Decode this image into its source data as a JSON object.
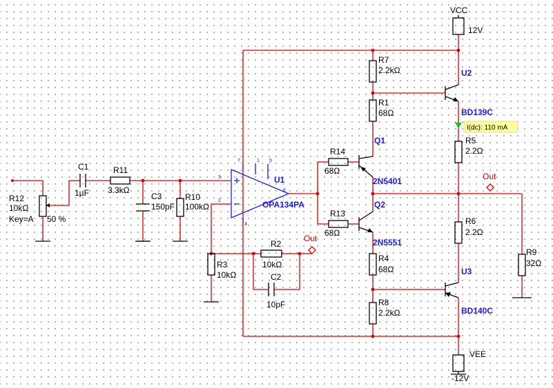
{
  "power": {
    "vcc": {
      "name": "VCC",
      "value": "12V"
    },
    "vee": {
      "name": "VEE",
      "value": "-12V"
    }
  },
  "opamp": {
    "ref": "U1",
    "model": "OPA134PA",
    "pins": [
      "7",
      "1",
      "5",
      "3",
      "2",
      "6",
      "4"
    ]
  },
  "transistors": [
    {
      "ref": "U2",
      "model": "BD139C"
    },
    {
      "ref": "U3",
      "model": "BD140C"
    },
    {
      "ref": "Q1",
      "model": "2N5401"
    },
    {
      "ref": "Q2",
      "model": "2N5551"
    }
  ],
  "resistors": [
    {
      "ref": "R7",
      "value": "2.2kΩ"
    },
    {
      "ref": "R1",
      "value": "68Ω"
    },
    {
      "ref": "R5",
      "value": "2.2Ω"
    },
    {
      "ref": "R14",
      "value": "68Ω"
    },
    {
      "ref": "R13",
      "value": "68Ω"
    },
    {
      "ref": "R6",
      "value": "2.2Ω"
    },
    {
      "ref": "R4",
      "value": "68Ω"
    },
    {
      "ref": "R8",
      "value": "2.2kΩ"
    },
    {
      "ref": "R9",
      "value": "32Ω"
    },
    {
      "ref": "R11",
      "value": "3.3kΩ"
    },
    {
      "ref": "R10",
      "value": "100kΩ"
    },
    {
      "ref": "R2",
      "value": "10kΩ"
    },
    {
      "ref": "R3",
      "value": "10kΩ"
    }
  ],
  "capacitors": [
    {
      "ref": "C1",
      "value": "1µF"
    },
    {
      "ref": "C3",
      "value": "150pF"
    },
    {
      "ref": "C2",
      "value": "10pF"
    }
  ],
  "potentiometer": {
    "ref": "R12",
    "value": "10kΩ",
    "key": "Key=A",
    "setting": "50 %"
  },
  "probe": {
    "text": "I(dc): 110 mA"
  },
  "out_labels": [
    "Out",
    "Out"
  ],
  "colors": {
    "wire": "#e00000",
    "component": "#000000",
    "label_blue": "#1a1af0",
    "probe_bg": "#ffff99",
    "probe_arrow": "#22bb22"
  }
}
